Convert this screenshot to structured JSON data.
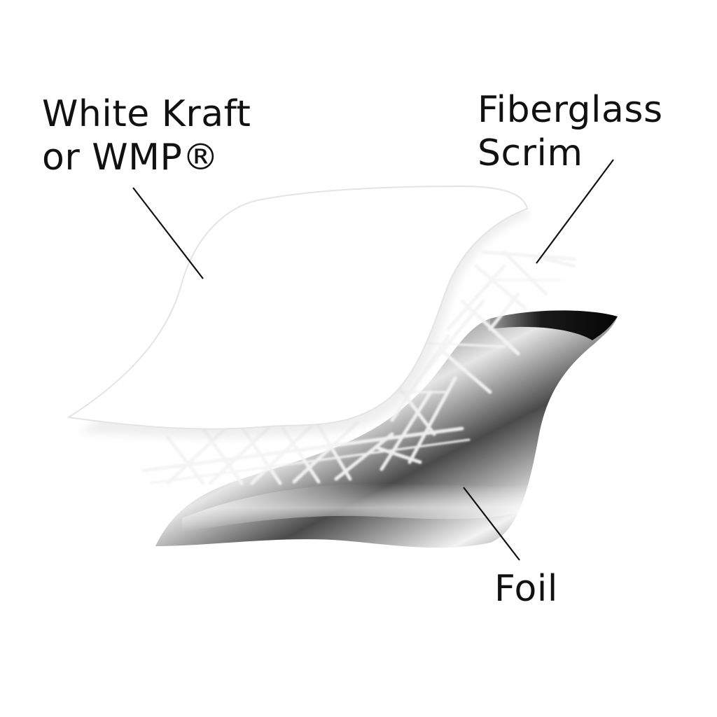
{
  "labels": {
    "white_kraft": {
      "line1": "White Kraft",
      "line2": "or WMP®"
    },
    "fiberglass_scrim": {
      "line1": "Fiberglass",
      "line2": "Scrim"
    },
    "foil": {
      "line1": "Foil"
    }
  },
  "colors": {
    "background": "#ffffff",
    "text": "#111111",
    "leader_line": "#111111",
    "kraft_layer": "#ffffff",
    "scrim": "#f2f2f2",
    "foil_dark": "#141414",
    "foil_light": "#f4f4f4"
  }
}
